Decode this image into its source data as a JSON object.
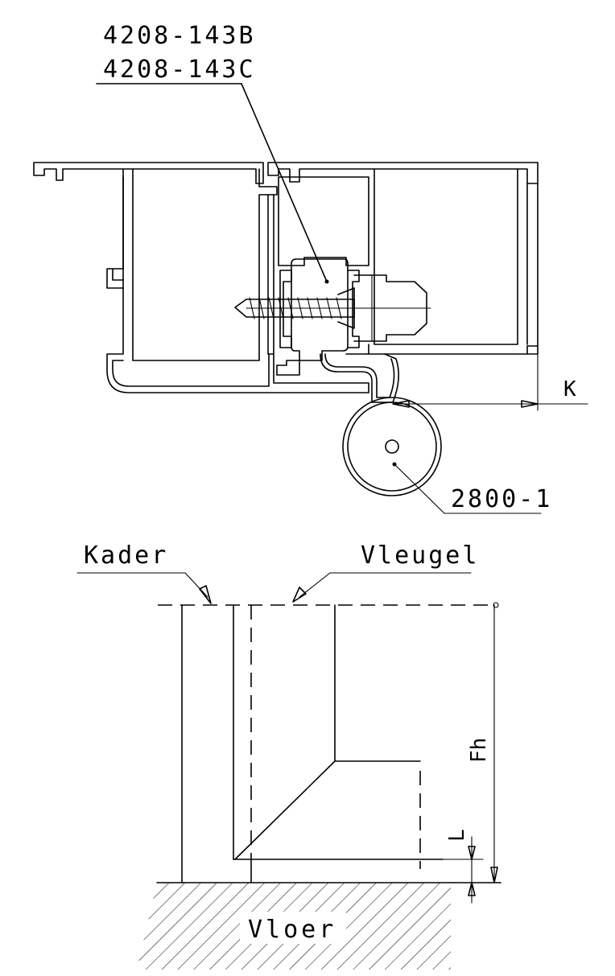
{
  "labels": {
    "part_top_1": "4208-143B",
    "part_top_2": "4208-143C",
    "part_roller": "2800-1",
    "dim_k": "K",
    "frame": "Kader",
    "sash": "Vleugel",
    "floor": "Vloer",
    "dim_fh": "Fh",
    "dim_l": "L"
  }
}
